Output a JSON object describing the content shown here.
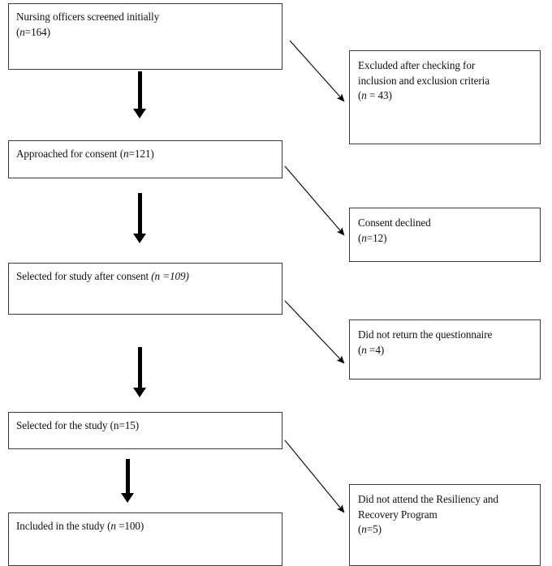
{
  "figure": {
    "type": "participant-flow-diagram",
    "orientation": "vertical",
    "background_color": "#ffffff",
    "line_color": "#3a3a3a",
    "arrow_color": "#000000",
    "text_color": "#111111"
  },
  "flow": {
    "main_boxes": [
      {
        "id": "screened",
        "line1": "Nursing officers screened initially",
        "line2_prefix": " (",
        "line2_italic": "n",
        "line2_suffix": "=164)",
        "n": 164,
        "label": "Nursing officers screened initially (n=164)"
      },
      {
        "id": "approached",
        "line1_prefix": "Approached for consent (",
        "line1_italic": "n",
        "line1_suffix": "=121)",
        "n": 121,
        "label": "Approached for consent (n=121)"
      },
      {
        "id": "selected-after-consent",
        "line1_prefix": "Selected for study after consent ",
        "line1_italic": "(n",
        "line1_suffix": " =109)",
        "n": 109,
        "label": "Selected for study after consent (n =109)"
      },
      {
        "id": "selected-for-study",
        "line1_prefix": "Selected for the study (n=15)",
        "line1_italic": "",
        "line1_suffix": "",
        "n": 15,
        "label": "Selected for the study (n=15)"
      },
      {
        "id": "included",
        "line1_prefix": "Included in the study (",
        "line1_italic": "n",
        "line1_suffix": " =100)",
        "n": 100,
        "label": "Included in the study (n =100)"
      }
    ],
    "exclusion_boxes": [
      {
        "id": "excluded-criteria",
        "line1": "Excluded after checking for",
        "line2": "inclusion and exclusion criteria",
        "line3_prefix": "(",
        "line3_italic": "n",
        "line3_suffix": " = 43)",
        "n": 43,
        "label": "Excluded after checking for inclusion and exclusion criteria (n = 43)"
      },
      {
        "id": "consent-declined",
        "line1": "Consent declined",
        "line2": "",
        "line3_prefix": " (",
        "line3_italic": "n",
        "line3_suffix": "=12)",
        "n": 12,
        "label": "Consent declined (n=12)"
      },
      {
        "id": "no-questionnaire",
        "line1": "Did not return the questionnaire",
        "line2": "",
        "line3_prefix": "(",
        "line3_italic": "n",
        "line3_suffix": " =4)",
        "n": 4,
        "label": "Did not return the questionnaire (n =4)"
      },
      {
        "id": "no-program",
        "line1": "Did not attend the Resiliency and",
        "line2": "Recovery Program",
        "line3_prefix": "(",
        "line3_italic": "n",
        "line3_suffix": "=5)",
        "n": 5,
        "label": "Did not attend the Resiliency and Recovery Program (n=5)"
      }
    ]
  }
}
